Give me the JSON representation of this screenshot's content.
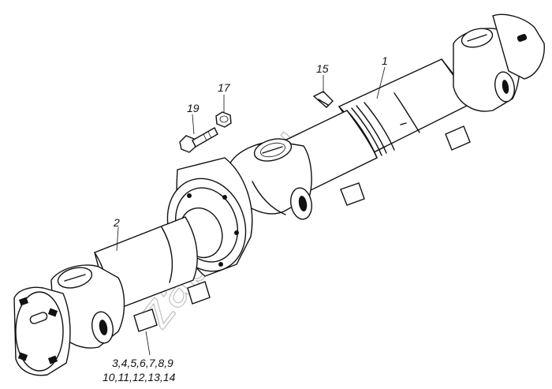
{
  "watermark": {
    "text": "zapkam.ru"
  },
  "callouts": {
    "c1": "1",
    "c2": "2",
    "c15": "15",
    "c17": "17",
    "c19": "19",
    "group_line1": "3,4,5,6,7,8,9",
    "group_line2": "10,11,12,13,14"
  }
}
